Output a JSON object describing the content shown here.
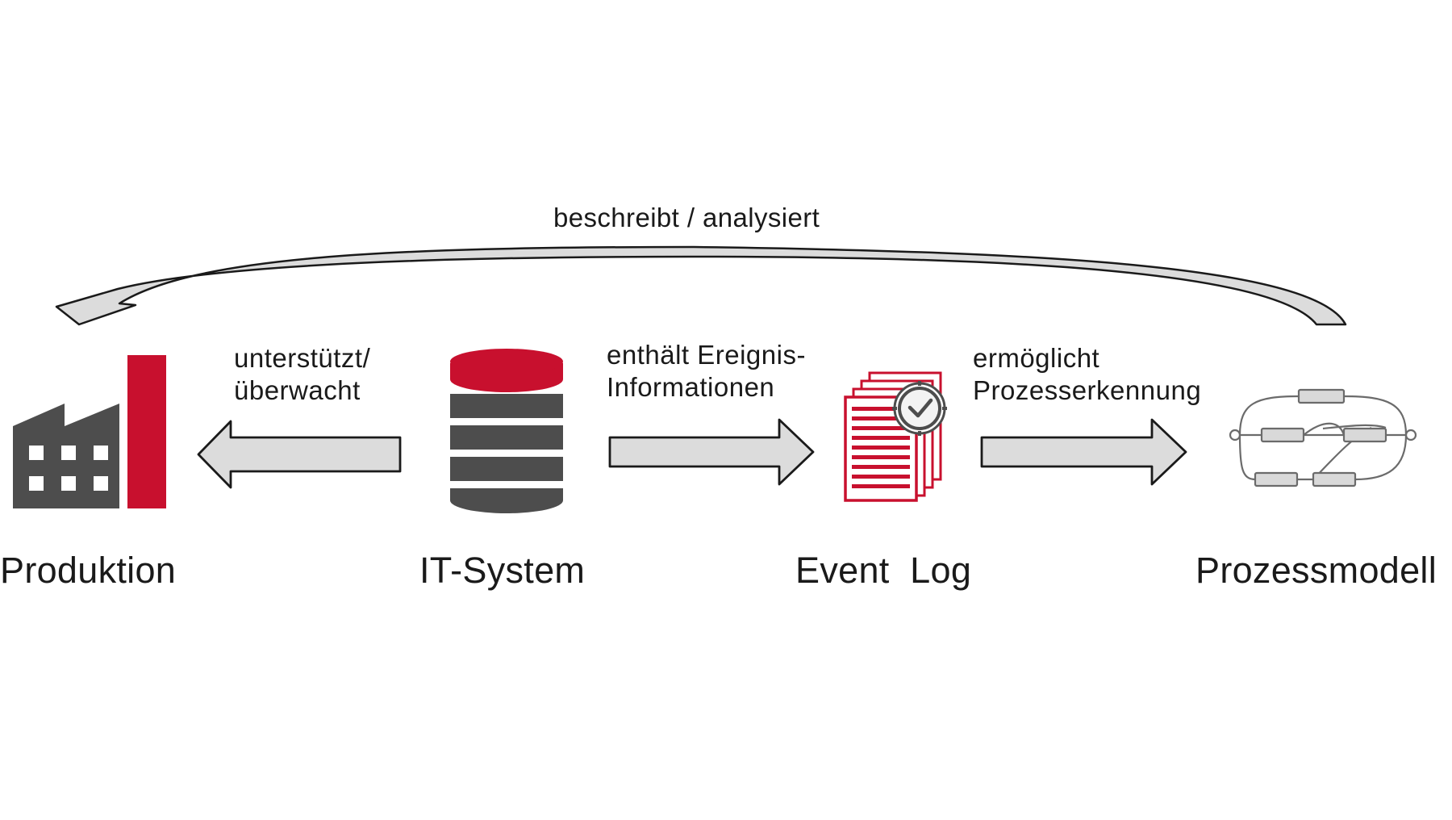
{
  "colors": {
    "accent_red": "#c8102e",
    "dark_gray": "#4d4d4d",
    "arrow_fill": "#dcdcdc",
    "arrow_stroke": "#1a1a1a",
    "model_box": "#d9d9d9"
  },
  "nodes": {
    "produktion": {
      "label": "Produktion",
      "icon": "factory-icon"
    },
    "it_system": {
      "label": "IT-System",
      "icon": "database-icon"
    },
    "event_log": {
      "label": "Event  Log",
      "icon": "event-log-documents-icon"
    },
    "prozessmodell": {
      "label": "Prozessmodell",
      "icon": "process-model-icon"
    }
  },
  "edges": {
    "top": {
      "label": "beschreibt / analysiert",
      "direction": "prozessmodell-to-produktion"
    },
    "it_to_produktion": {
      "lines": [
        "unterstützt/",
        "überwacht"
      ],
      "direction": "it_system-to-produktion"
    },
    "it_to_eventlog": {
      "lines": [
        "enthält Ereignis-",
        "Informationen"
      ],
      "direction": "it_system-to-event_log"
    },
    "eventlog_to_modell": {
      "lines": [
        "ermöglicht",
        "Prozesserkennung"
      ],
      "direction": "event_log-to-prozessmodell"
    }
  }
}
